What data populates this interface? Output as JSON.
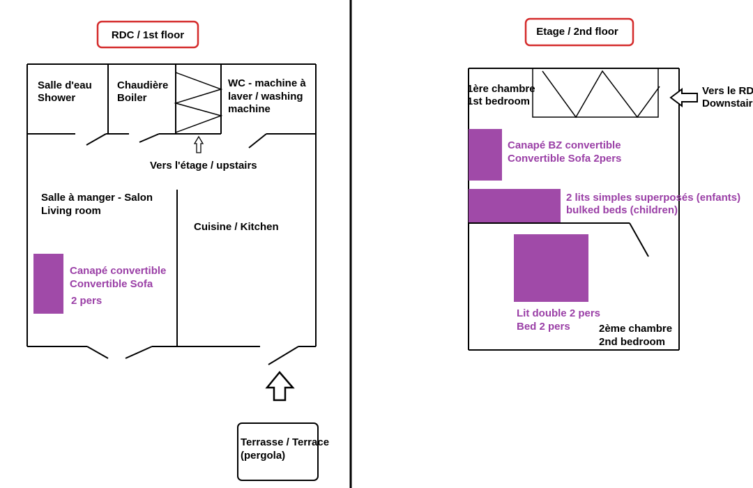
{
  "colors": {
    "furniture": "#a04aa8",
    "furniture_text": "#9a3fa6",
    "title_border": "#d42a2a",
    "ink": "#000000"
  },
  "left_plan": {
    "title": "RDC / 1st floor",
    "shower": [
      "Salle d'eau",
      "Shower"
    ],
    "boiler": [
      "Chaudière",
      "Boiler"
    ],
    "wc": [
      "WC - machine à",
      "laver / washing",
      "machine"
    ],
    "upstairs": "Vers l'étage / upstairs",
    "living": [
      "Salle à manger - Salon",
      "Living room"
    ],
    "kitchen": "Cuisine / Kitchen",
    "sofa": [
      "Canapé convertible",
      "Convertible Sofa"
    ],
    "sofa_pers": "2 pers",
    "terrace": [
      "Terrasse / Terrace",
      "(pergola)"
    ]
  },
  "right_plan": {
    "title": "Etage / 2nd floor",
    "bedroom1": [
      "1ère chambre",
      "1st bedroom"
    ],
    "downstairs": [
      "Vers le RDC",
      "Downstairs"
    ],
    "sofa_bz": [
      "Canapé BZ convertible",
      "Convertible Sofa 2pers"
    ],
    "bunk": [
      "2 lits simples superposés (enfants)",
      "bulked beds (children)"
    ],
    "double_bed": [
      "Lit double 2 pers",
      "Bed 2 pers"
    ],
    "bedroom2": [
      "2ème chambre",
      "2nd bedroom"
    ]
  }
}
